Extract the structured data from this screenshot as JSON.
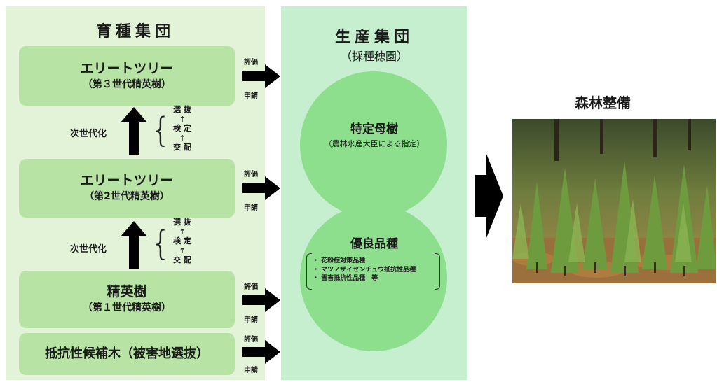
{
  "breeding_group": {
    "title": "育種集団",
    "stages": [
      {
        "main": "エリートツリー",
        "sub": "（第３世代精英樹）"
      },
      {
        "main": "エリートツリー",
        "sub": "（第2世代精英樹）"
      },
      {
        "main": "精英樹",
        "sub": "（第１世代精英樹）"
      },
      {
        "main": "抵抗性候補木（被害地選抜）",
        "sub": ""
      }
    ],
    "next_generation_label": "次世代化",
    "steps": [
      "選 抜",
      "↑",
      "検 定",
      "↑",
      "交 配"
    ]
  },
  "evaluation_label": "評価",
  "application_label": "申請",
  "production_group": {
    "title": "生産集団",
    "subtitle": "（採種穂園）",
    "specified_mother_tree": {
      "title": "特定母樹",
      "note": "（農林水産大臣による指定）"
    },
    "superior_varieties": {
      "title": "優良品種",
      "items": [
        "・ 花粉症対策品種",
        "・ マツノザイセンチュウ抵抗性品種",
        "・ 雪害抵抗性品種　等"
      ]
    }
  },
  "forest": {
    "title": "森林整備"
  },
  "colors": {
    "breeding_panel": "#e2f3d8",
    "stage_box": "#b7e4a4",
    "production_panel": "#c5efcf",
    "circle": "#8ddf8d",
    "arrow": "#000000"
  },
  "icons": [
    "up-arrow-icon",
    "right-arrow-icon",
    "big-right-arrow-icon"
  ]
}
